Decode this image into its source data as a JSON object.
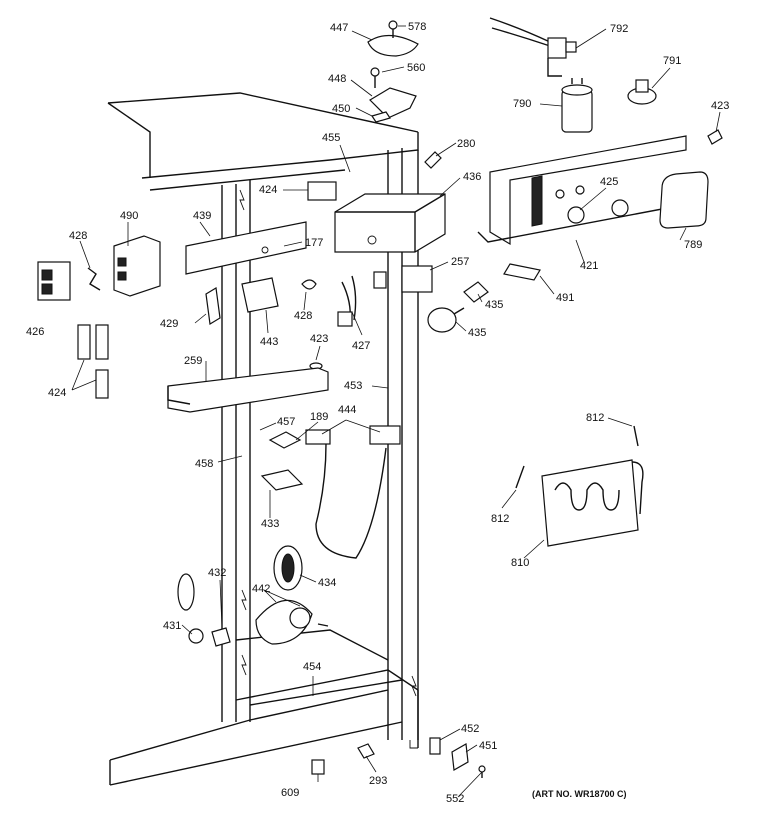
{
  "diagram": {
    "art_number": "(ART NO. WR18700 C)",
    "part_labels": [
      "447",
      "578",
      "792",
      "448",
      "560",
      "791",
      "450",
      "790",
      "423",
      "455",
      "280",
      "424",
      "436",
      "425",
      "490",
      "439",
      "177",
      "428",
      "426",
      "257",
      "421",
      "789",
      "491",
      "429",
      "443",
      "428",
      "435",
      "423",
      "427",
      "435",
      "259",
      "424",
      "453",
      "812",
      "457",
      "189",
      "444",
      "458",
      "812",
      "433",
      "810",
      "434",
      "432",
      "442",
      "431",
      "454",
      "452",
      "451",
      "609",
      "293",
      "552"
    ]
  }
}
